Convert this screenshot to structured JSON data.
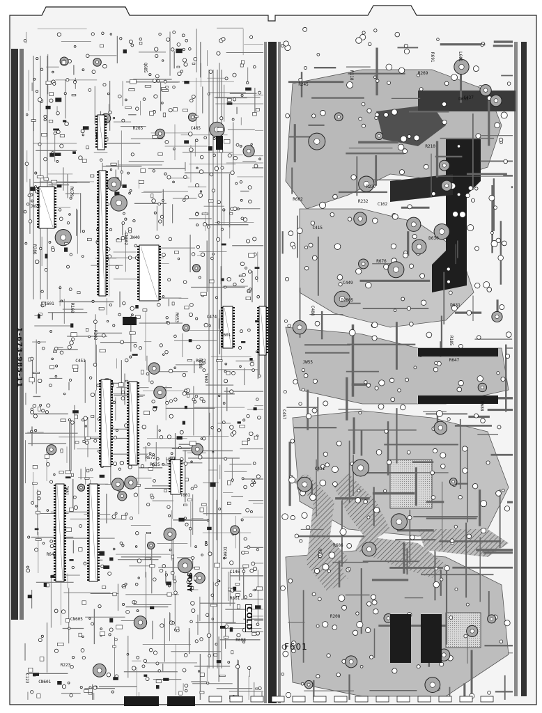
{
  "board": {
    "part_number": "1-673-985-11",
    "brand": "SONY",
    "zone_label": "COLD",
    "fuse_label": "F601"
  },
  "designators": [
    "C415",
    "C431",
    "C451",
    "C437",
    "C457",
    "C449",
    "C488",
    "C474",
    "C465",
    "R602",
    "R608",
    "R625",
    "R676",
    "R679",
    "R653",
    "R641",
    "R688",
    "R672",
    "R691",
    "R661",
    "R647",
    "R622",
    "R686",
    "R245",
    "R210",
    "R232",
    "R223",
    "R208",
    "R265",
    "R286",
    "R288",
    "R237",
    "R202",
    "R269",
    "R212",
    "IC601",
    "IC602",
    "IC605",
    "CN601",
    "CN602",
    "CN605",
    "T601",
    "T602",
    "D631",
    "D630",
    "D635",
    "Q605",
    "Q601",
    "L601",
    "L603",
    "JW26",
    "JW40",
    "JW55",
    "JW81",
    "R105",
    "R118",
    "R160",
    "C123",
    "C146",
    "C162"
  ],
  "colors": {
    "copper": "#8c8c8c",
    "copper_light": "#b4b4b4",
    "silk": "#111111",
    "board": "#ffffff",
    "dark": "#1a1a1a"
  }
}
